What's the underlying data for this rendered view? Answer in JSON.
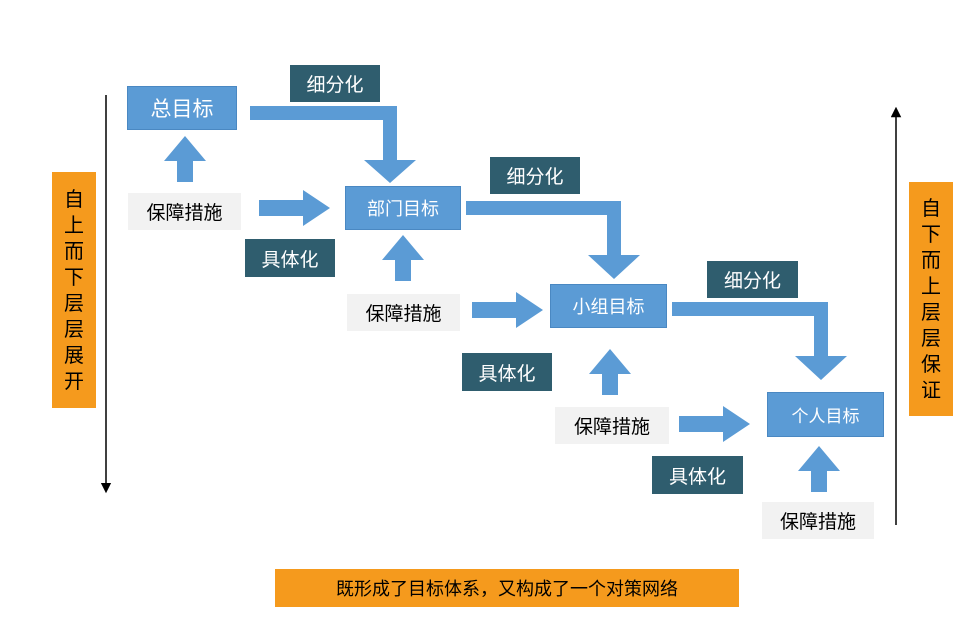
{
  "goals": {
    "company": "总目标",
    "department": "部门目标",
    "group": "小组目标",
    "personal": "个人目标"
  },
  "subdivide_label": "细分化",
  "concretize_label": "具体化",
  "measures_label": "保障措施",
  "left_banner": "自上而下层层展开",
  "right_banner": "自下而上层层保证",
  "bottom_note": "既形成了目标体系，又构成了一个对策网络",
  "colors": {
    "goal_box": "#5b9bd5",
    "tag": "#2f5d6e",
    "banner": "#f59a1d",
    "arrow": "#5b9bd5"
  }
}
